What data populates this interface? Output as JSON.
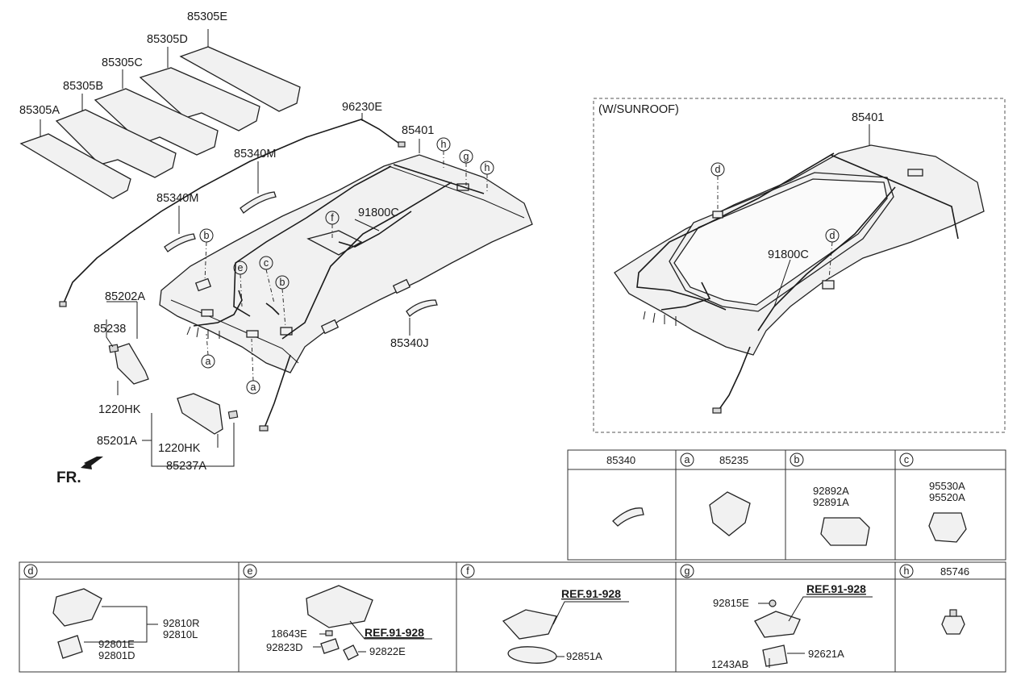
{
  "labels": {
    "p85305E": "85305E",
    "p85305D": "85305D",
    "p85305C": "85305C",
    "p85305B": "85305B",
    "p85305A": "85305A",
    "p96230E": "96230E",
    "p85401": "85401",
    "p85340M_a": "85340M",
    "p85340M_b": "85340M",
    "p91800C": "91800C",
    "p85202A": "85202A",
    "p85238": "85238",
    "p1220HK_a": "1220HK",
    "p85201A": "85201A",
    "p1220HK_b": "1220HK",
    "p85237A": "85237A",
    "p85340J": "85340J",
    "fr": "FR."
  },
  "sunroof": {
    "title": "(W/SUNROOF)",
    "p85401": "85401",
    "p91800C": "91800C"
  },
  "callouts": {
    "a": "a",
    "b": "b",
    "c": "c",
    "d": "d",
    "e": "e",
    "f": "f",
    "g": "g",
    "h": "h"
  },
  "table_top": {
    "cols": [
      {
        "key": "",
        "title": "85340",
        "parts": []
      },
      {
        "key": "a",
        "title": "85235",
        "parts": []
      },
      {
        "key": "b",
        "title": "",
        "parts": [
          "92892A",
          "92891A"
        ]
      },
      {
        "key": "c",
        "title": "",
        "parts": [
          "95530A",
          "95520A"
        ]
      }
    ]
  },
  "table_bottom": {
    "d": {
      "key": "d",
      "parts": [
        "92810R",
        "92810L",
        "92801E",
        "92801D"
      ]
    },
    "e": {
      "key": "e",
      "parts": [
        "18643E",
        "92823D",
        "92822E"
      ],
      "ref": "REF.91-928"
    },
    "f": {
      "key": "f",
      "parts": [
        "92851A"
      ],
      "ref": "REF.91-928"
    },
    "g": {
      "key": "g",
      "parts": [
        "92815E",
        "92621A",
        "1243AB"
      ],
      "ref": "REF.91-928"
    },
    "h": {
      "key": "h",
      "title": "85746"
    }
  }
}
